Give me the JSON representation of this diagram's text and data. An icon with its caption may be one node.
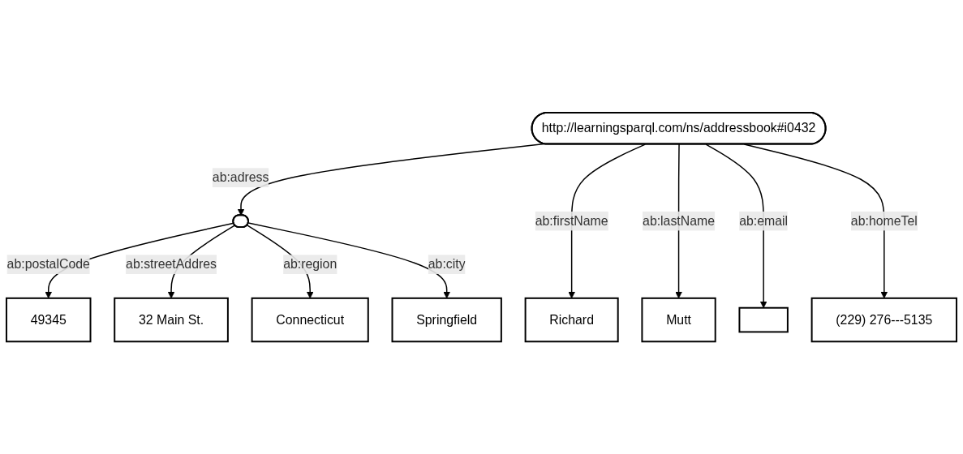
{
  "diagram": {
    "nodes": [
      {
        "text": [
          "http://learningsparql.com/ns/addressbook#i0432"
        ]
      },
      {
        "text": [],
        "shape": "ellipse"
      },
      {
        "text": [
          "Richard"
        ]
      },
      {
        "text": [
          "Mutt"
        ]
      },
      {
        "text": [],
        "shape": "box"
      },
      {
        "text": [
          "(229)  276---5135"
        ]
      },
      {
        "text": [
          "49345"
        ]
      },
      {
        "text": [
          "32  Main  St."
        ]
      },
      {
        "text": [
          "Connecticut"
        ]
      },
      {
        "text": [
          "Springfield"
        ]
      }
    ],
    "edges": [
      {
        "from": 0,
        "to": 1,
        "arrow": "to",
        "label": "ab:adress"
      },
      {
        "from": 0,
        "to": 2,
        "arrow": "to",
        "label": "ab:firstName"
      },
      {
        "from": 0,
        "to": 3,
        "arrow": "to",
        "label": "ab:lastName"
      },
      {
        "from": 0,
        "to": 4,
        "arrow": "to",
        "label": "ab:email"
      },
      {
        "from": 0,
        "to": 5,
        "arrow": "to",
        "label": "ab:homeTel"
      },
      {
        "from": 1,
        "to": 6,
        "arrow": "to",
        "label": "ab:postalCode"
      },
      {
        "from": 1,
        "to": 7,
        "arrow": "to",
        "label": "ab:streetAddres"
      },
      {
        "from": 1,
        "to": 8,
        "arrow": "to",
        "label": "ab:region"
      },
      {
        "from": 1,
        "to": 9,
        "arrow": "to",
        "label": "ab:city"
      }
    ]
  }
}
